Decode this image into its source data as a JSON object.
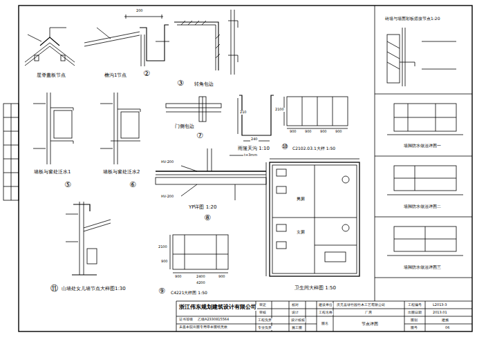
{
  "diagram": {
    "labels": [
      "屋脊盖板节点",
      "檐沟1节点",
      "②",
      "200",
      "③",
      "转角包边",
      "门侧包边",
      "⑦",
      "240",
      "210",
      "雨篷天沟 1:10",
      "t=3mm",
      "2100",
      "900",
      "900",
      "900",
      "900",
      "⑩",
      "C2102.03.1大样 1:50",
      "墙板与窗处泛水1",
      "⑤",
      "墙板与窗处泛水2",
      "⑥",
      "HV-200",
      "HV-200",
      "YP详图 1:20",
      "⑧",
      "⑪",
      "山墙处女儿墙节点大样图1:30",
      "2100",
      "900",
      "900",
      "2400",
      "900",
      "4200",
      "⑨",
      "C4221大样图 1:50",
      "男厕",
      "女厕",
      "卫生间大样图 1:50",
      "砖墙与墙面彩板搭接节点1:20",
      "墙脚防水做法详图一",
      "墙脚防水做法详图二",
      "墙脚防水做法详图三",
      "浙江伟东规划建筑设计有限公司",
      "证书等级",
      "乙级A2330815564",
      "未盖本院出图专用章本图纸无效",
      "审定",
      "审核",
      "工程负责",
      "专业负责",
      "校对",
      "设计",
      "设计校核",
      "施工图",
      "建设单位",
      "工程名称",
      "图名",
      "庆元县绿竹园竹木工艺有限公司",
      "厂房",
      "节点详图",
      "工程编号",
      "出图日期",
      "图别",
      "图号",
      "L2013-3",
      "2013.01",
      "建施",
      "06"
    ]
  }
}
